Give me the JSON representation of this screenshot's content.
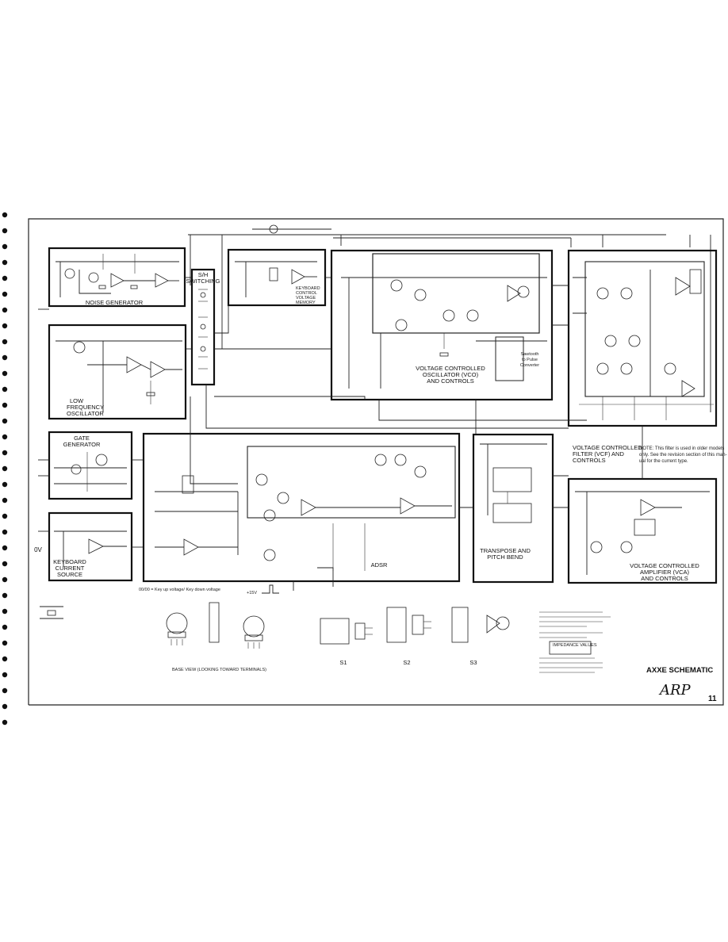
{
  "schematic": {
    "title": "AXXE SCHEMATIC",
    "brand": "ARP",
    "page_number": "11",
    "blocks": {
      "noise": "NOISE GENERATOR",
      "sh": [
        "S/H",
        "SWITCHING"
      ],
      "keyboard_memory": [
        "KEYBOARD",
        "CONTROL",
        "VOLTAGE",
        "MEMORY"
      ],
      "lfo": [
        "LOW",
        "FREQUENCY",
        "OSCILLATOR"
      ],
      "gate": [
        "GATE",
        "GENERATOR"
      ],
      "kbd_current": [
        "KEYBOARD",
        "CURRENT",
        "SOURCE"
      ],
      "vco": [
        "VOLTAGE CONTROLLED",
        "OSCILLATOR (VCO)",
        "AND CONTROLS"
      ],
      "saw_pulse": [
        "Sawtooth",
        "to Pulse",
        "Converter"
      ],
      "vcf": [
        "VOLTAGE CONTROLLED",
        "FILTER (VCF) AND",
        "CONTROLS"
      ],
      "vcf_note": [
        "NOTE: This filter is used in older models",
        "only.  See the revision section of this man-",
        "ual for the current type."
      ],
      "adsr": "ADSR",
      "transpose": [
        "TRANSPOSE AND",
        "PITCH BEND"
      ],
      "vca": [
        "VOLTAGE CONTROLLED",
        "AMPLIFIER (VCA)",
        "AND CONTROLS"
      ]
    },
    "switch_labels": [
      "S1",
      "S2",
      "S3"
    ],
    "keyup_note": "00/00 = Key up voltage/ Key down voltage",
    "base_view": "BASE VIEW (LOOKING TOWARD TERMINALS)",
    "side_labels": [
      "0V",
      "+15V"
    ],
    "impedance_box": "IMPEDANCE  VALUES"
  }
}
